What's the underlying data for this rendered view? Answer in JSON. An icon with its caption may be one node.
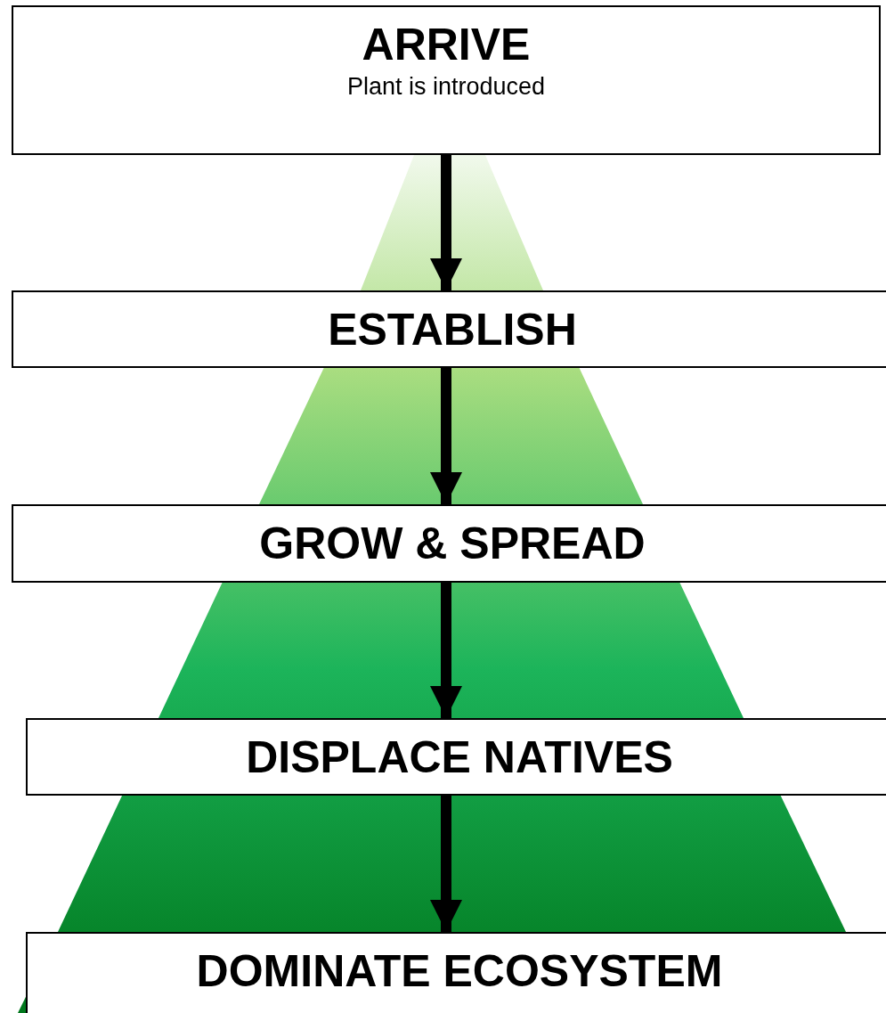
{
  "diagram": {
    "nodes": [
      {
        "text": [
          "ARRIVE",
          "Plant is introduced"
        ]
      },
      {
        "text": [
          "ESTABLISH"
        ]
      },
      {
        "text": [
          "GROW & SPREAD"
        ]
      },
      {
        "text": [
          "DISPLACE NATIVES"
        ]
      },
      {
        "text": [
          "DOMINATE ECOSYSTEM"
        ]
      }
    ],
    "edges": [
      {
        "from": 0,
        "to": 1,
        "arrow": "to"
      },
      {
        "from": 1,
        "to": 2,
        "arrow": "to"
      },
      {
        "from": 2,
        "to": 3,
        "arrow": "to"
      },
      {
        "from": 3,
        "to": 4,
        "arrow": "to"
      }
    ]
  }
}
